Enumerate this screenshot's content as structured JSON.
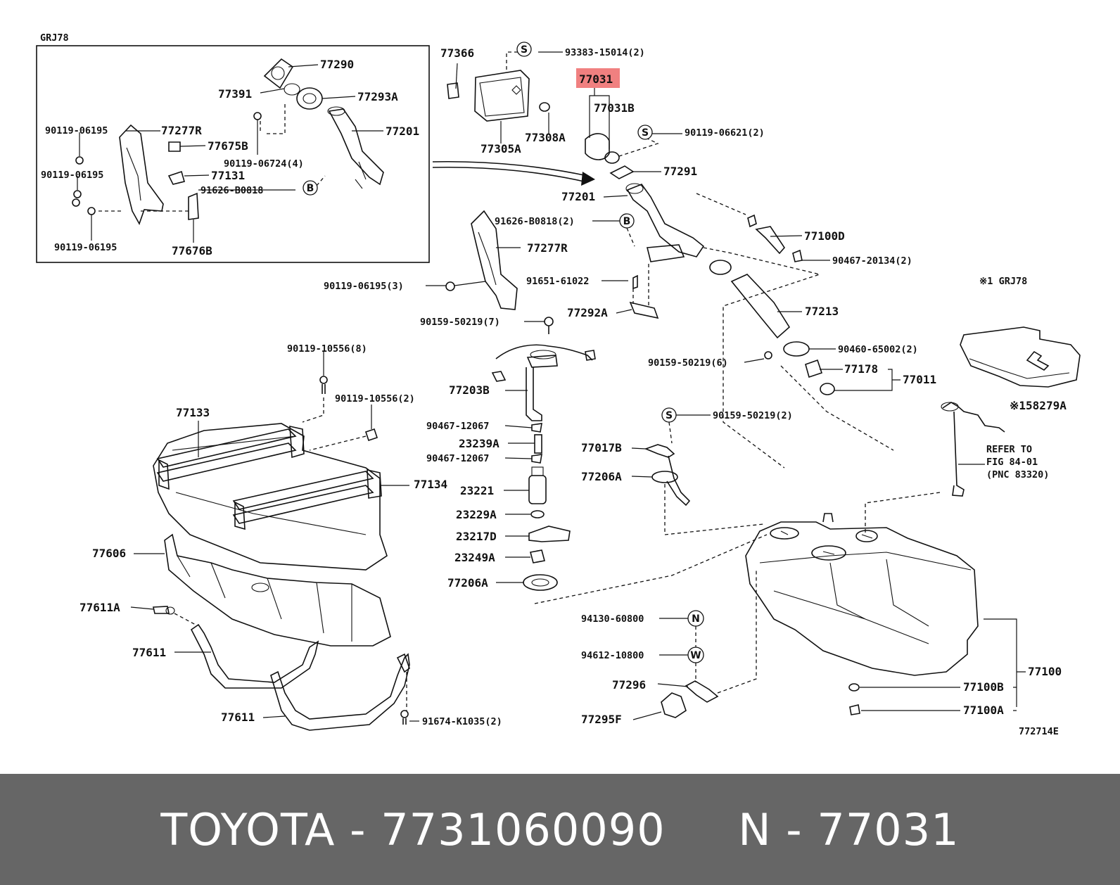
{
  "diagram": {
    "inset_label": "GRJ78",
    "labels": {
      "p77290": "77290",
      "p77391": "77391",
      "p77293A": "77293A",
      "p90119_06195_a": "90119-06195",
      "p77277R_a": "77277R",
      "p77675B": "77675B",
      "p77201_a": "77201",
      "p90119_06195_b": "90119-06195",
      "p77131": "77131",
      "p90119_06724": "90119-06724(4)",
      "p91626_B0818_a": "91626-B0818",
      "p90119_06195_c": "90119-06195",
      "p77676B": "77676B",
      "p77366": "77366",
      "p93383": "93383-15014(2)",
      "p77031": "77031",
      "p77031B": "77031B",
      "p77308A": "77308A",
      "p77305A": "77305A",
      "p90119_06621": "90119-06621(2)",
      "p77291": "77291",
      "p77201_b": "77201",
      "p91626_B0818_b": "91626-B0818(2)",
      "p77100D": "77100D",
      "p77277R_b": "77277R",
      "p90467_20134": "90467-20134(2)",
      "p91651": "91651-61022",
      "p90119_06195_d": "90119-06195(3)",
      "p77292A": "77292A",
      "p77213": "77213",
      "p90159_50219_7": "90159-50219(7)",
      "p90460": "90460-65002(2)",
      "grj_note": "※1 GRJ78",
      "p158279A": "※158279A",
      "p90159_50219_6": "90159-50219(6)",
      "p77178": "77178",
      "p77011": "77011",
      "p90119_10556_8": "90119-10556(8)",
      "p77203B": "77203B",
      "p90119_10556_2": "90119-10556(2)",
      "p90159_50219_2": "90159-50219(2)",
      "p77133": "77133",
      "p90467_12067_a": "90467-12067",
      "p23239A": "23239A",
      "p77017B": "77017B",
      "refer_1": "REFER TO",
      "refer_2": "FIG 84-01",
      "refer_3": "(PNC 83320)",
      "p90467_12067_b": "90467-12067",
      "p77206A_a": "77206A",
      "p77134": "77134",
      "p23221": "23221",
      "p23229A": "23229A",
      "p23217D": "23217D",
      "p77606": "77606",
      "p23249A": "23249A",
      "p77206A_b": "77206A",
      "p77611A": "77611A",
      "p94130": "94130-60800",
      "p77100": "77100",
      "p77611_a": "77611",
      "p94612": "94612-10800",
      "p77296": "77296",
      "p77100B": "77100B",
      "p77611_b": "77611",
      "p77295F": "77295F",
      "p91674": "91674-K1035(2)",
      "p77100A": "77100A",
      "fig_id": "772714E"
    },
    "symbols": {
      "s1": "S",
      "s2": "S",
      "s3": "S",
      "b1": "B",
      "b2": "B",
      "n1": "N",
      "w1": "W"
    },
    "highlight": {
      "part": "77031",
      "color": "#f08080"
    }
  },
  "footer": {
    "text": "TOYOTA - 7731060090     N - 77031",
    "background": "#666666",
    "color": "#ffffff"
  }
}
